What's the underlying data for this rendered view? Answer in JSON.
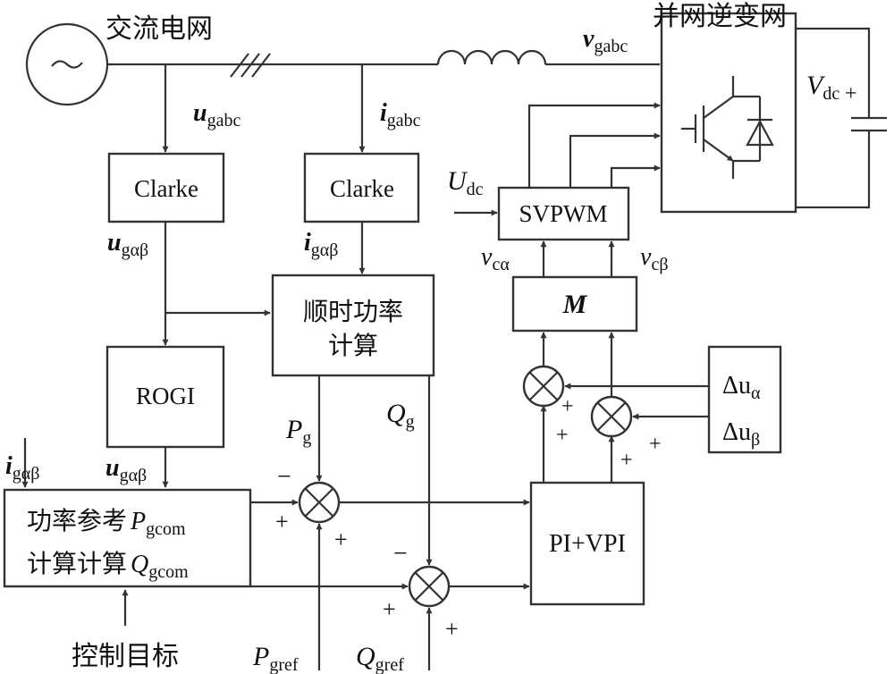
{
  "grid": {
    "label": "交流电网",
    "symbol": "~"
  },
  "inverter": {
    "label": "并网逆变网"
  },
  "blocks": {
    "clarke_u": "Clarke",
    "clarke_i": "Clarke",
    "power_calc": {
      "line1": "顺时功率",
      "line2": "计算"
    },
    "rogi": "ROGI",
    "power_ref": {
      "line1": "功率参考",
      "line2": "计算计算"
    },
    "controller": "PI+VPI",
    "svpwm": "SVPWM",
    "m_block": "M"
  },
  "signals": {
    "u_gabc": {
      "main": "u",
      "sub": "gabc"
    },
    "i_gabc": {
      "main": "i",
      "sub": "gabc"
    },
    "v_gabc": {
      "main": "v",
      "sub": "gabc"
    },
    "u_gab_1": {
      "main": "u",
      "sub": "gαβ"
    },
    "i_gab_1": {
      "main": "i",
      "sub": "gαβ"
    },
    "u_gab_2": {
      "main": "u",
      "sub": "gαβ"
    },
    "i_gab_2": {
      "main": "i",
      "sub": "gαβ"
    },
    "v_dc": {
      "main": "V",
      "sub": "dc"
    },
    "u_dc": {
      "main": "U",
      "sub": "dc"
    },
    "v_ca": {
      "main": "v",
      "sub": "cα"
    },
    "v_cb": {
      "main": "v",
      "sub": "cβ"
    },
    "p_g": {
      "main": "P",
      "sub": "g"
    },
    "q_g": {
      "main": "Q",
      "sub": "g"
    },
    "p_gcom": {
      "main": "P",
      "sub": "gcom"
    },
    "q_gcom": {
      "main": "Q",
      "sub": "gcom"
    },
    "p_gref": {
      "main": "P",
      "sub": "gref"
    },
    "q_gref": {
      "main": "Q",
      "sub": "gref"
    },
    "du_a": {
      "main": "Δu",
      "sub": "α"
    },
    "du_b": {
      "main": "Δu",
      "sub": "β"
    }
  },
  "signs": {
    "plus": "+",
    "minus": "−"
  },
  "control_target": "控制目标"
}
